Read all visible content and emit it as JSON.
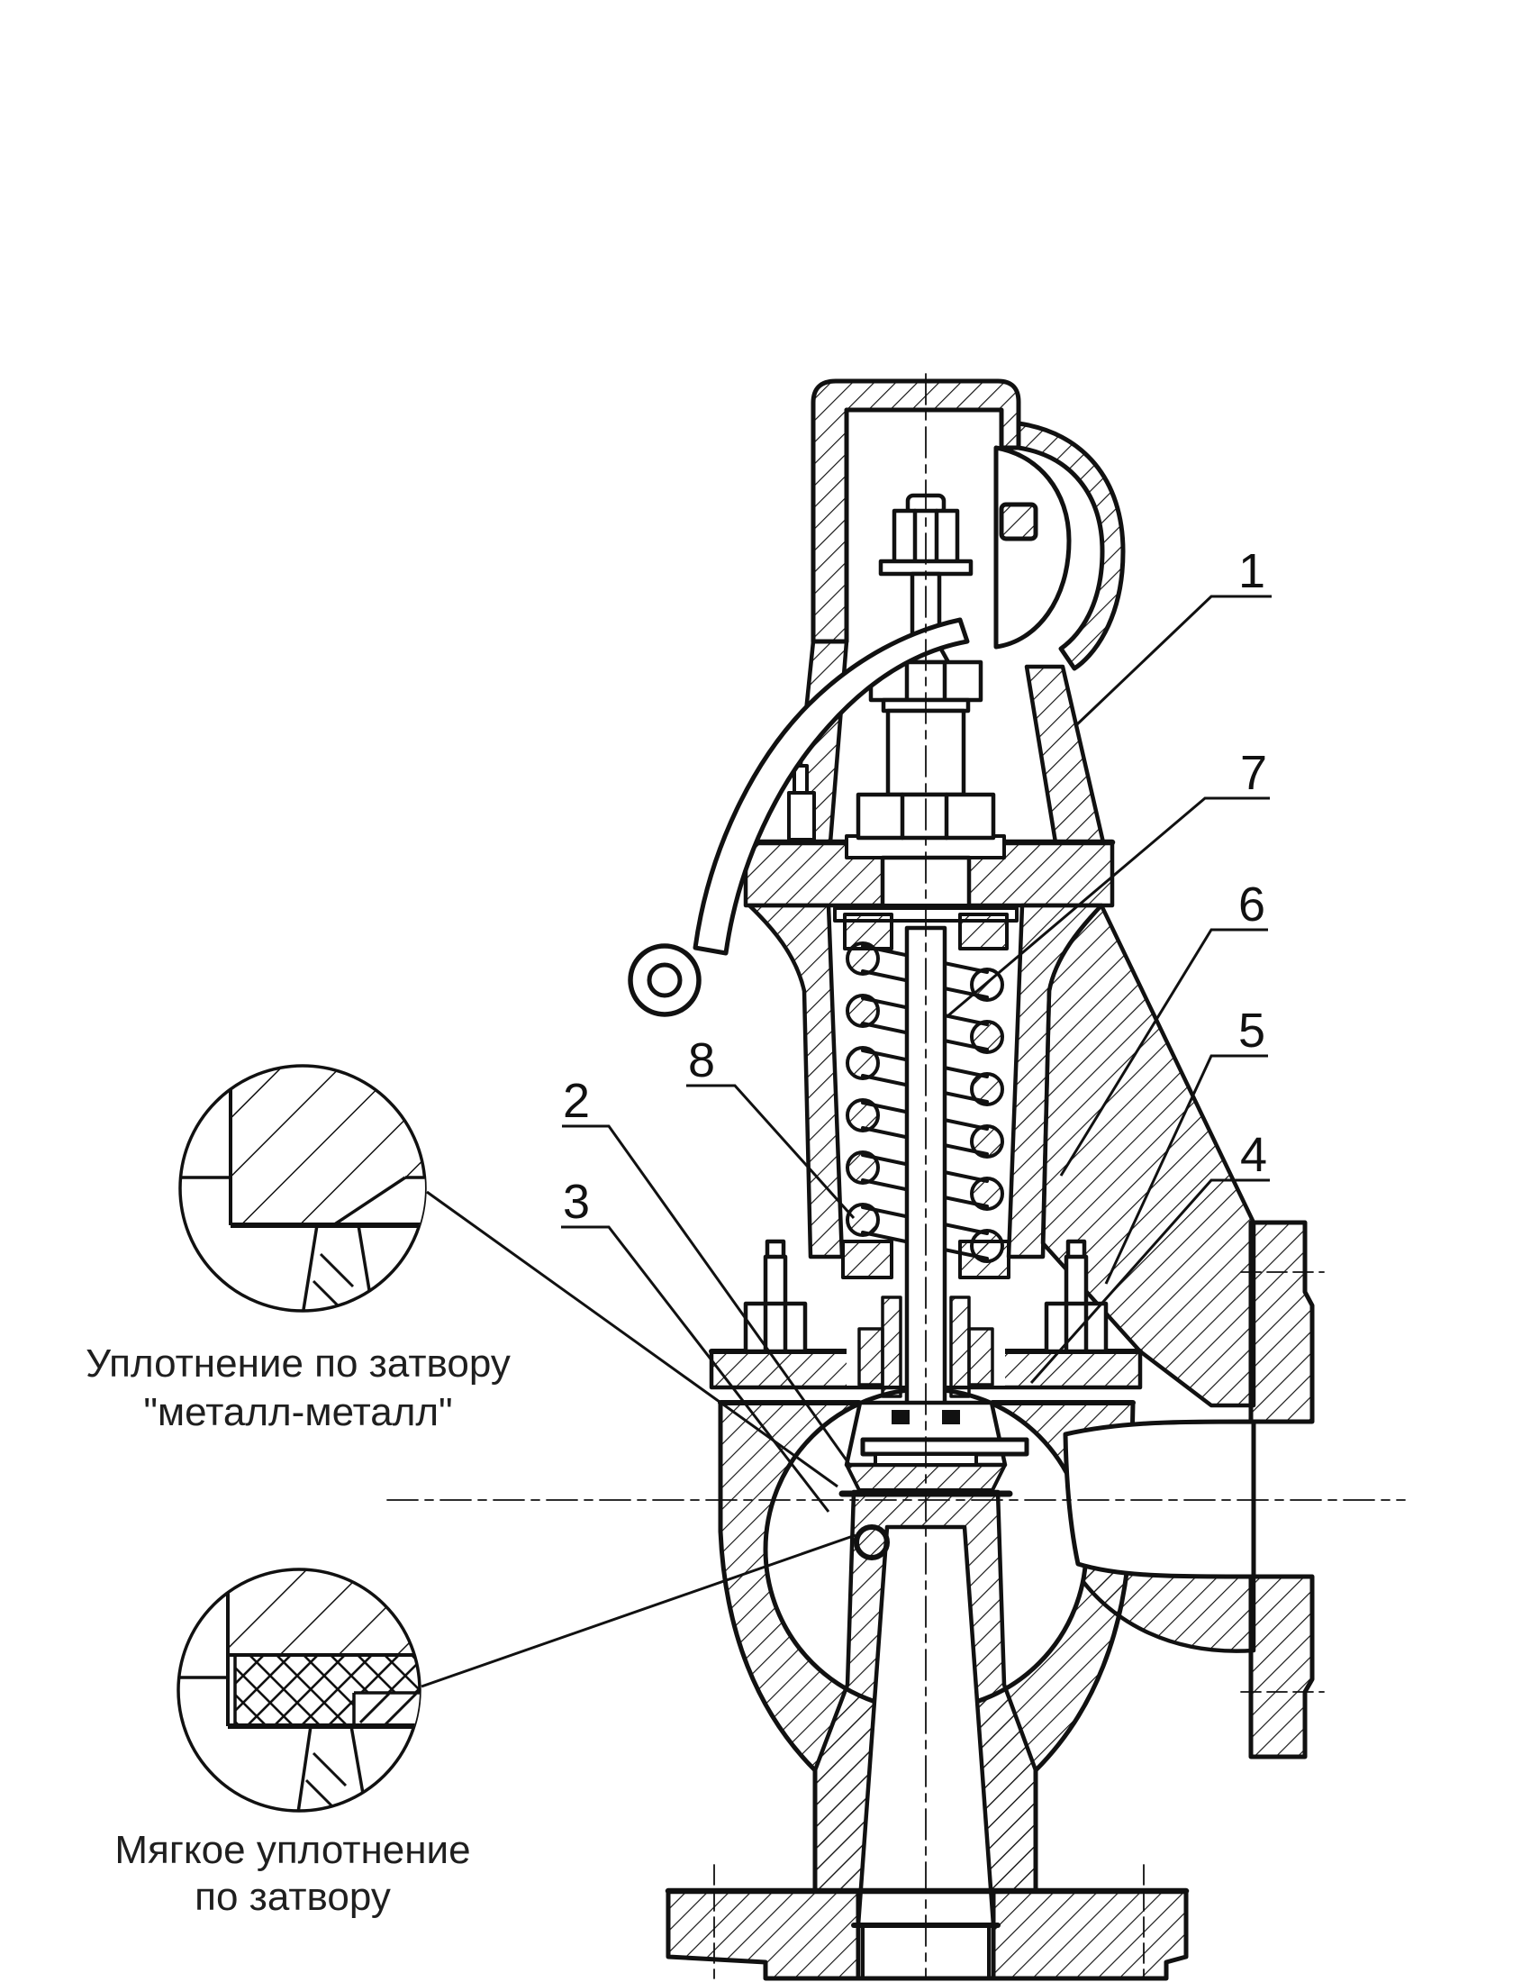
{
  "drawing": {
    "kind": "sectional engineering drawing of a spring-loaded safety relief valve",
    "paper_color": "#ffffff",
    "ink_color": "#111111"
  },
  "callouts": [
    {
      "label": "1"
    },
    {
      "label": "7"
    },
    {
      "label": "6"
    },
    {
      "label": "5"
    },
    {
      "label": "4"
    },
    {
      "label": "8"
    },
    {
      "label": "2"
    },
    {
      "label": "3"
    }
  ],
  "detail_views": [
    {
      "caption_line1": "Уплотнение по затвору",
      "caption_line2": "\"металл-металл\""
    },
    {
      "caption_line1": "Мягкое уплотнение",
      "caption_line2": "по затвору"
    }
  ]
}
